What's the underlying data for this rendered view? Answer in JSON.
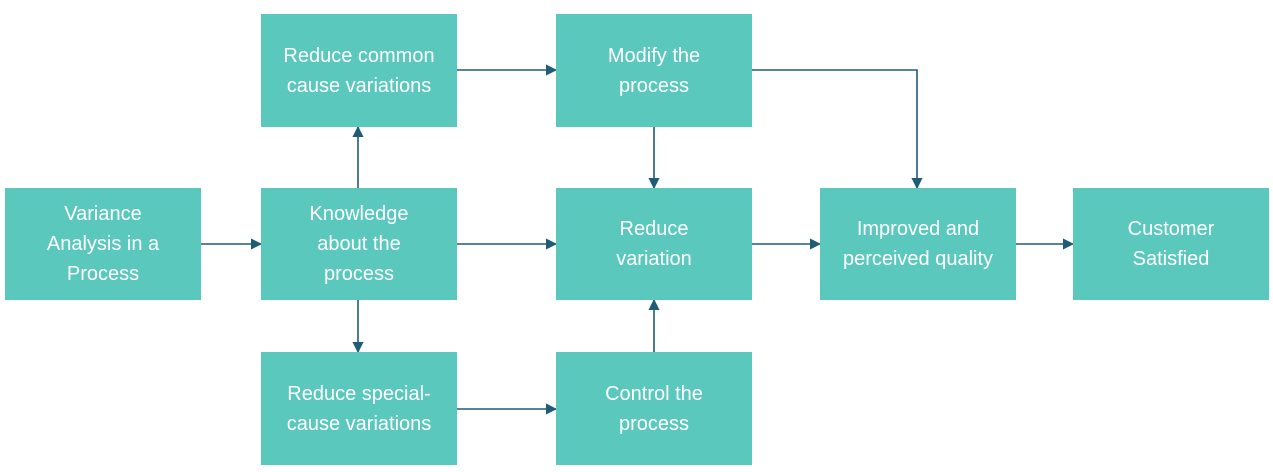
{
  "nodes": {
    "variance_analysis": {
      "label": "Variance Analysis in a Process"
    },
    "knowledge": {
      "label": "Knowledge about the process"
    },
    "reduce_common": {
      "label": "Reduce common cause variations"
    },
    "reduce_special": {
      "label": "Reduce special-cause variations"
    },
    "modify": {
      "label": "Modify the process"
    },
    "control": {
      "label": "Control the process"
    },
    "reduce_variation": {
      "label": "Reduce variation"
    },
    "improved_quality": {
      "label": "Improved and perceived quality"
    },
    "customer_satisfied": {
      "label": "Customer Satisfied"
    }
  },
  "edges": [
    {
      "from": "variance_analysis",
      "to": "knowledge"
    },
    {
      "from": "knowledge",
      "to": "reduce_common"
    },
    {
      "from": "knowledge",
      "to": "reduce_special"
    },
    {
      "from": "knowledge",
      "to": "reduce_variation"
    },
    {
      "from": "reduce_common",
      "to": "modify"
    },
    {
      "from": "reduce_special",
      "to": "control"
    },
    {
      "from": "modify",
      "to": "reduce_variation"
    },
    {
      "from": "modify",
      "to": "improved_quality"
    },
    {
      "from": "control",
      "to": "reduce_variation"
    },
    {
      "from": "reduce_variation",
      "to": "improved_quality"
    },
    {
      "from": "improved_quality",
      "to": "customer_satisfied"
    }
  ],
  "colors": {
    "node_fill": "#5bc8be",
    "node_text": "#ffffff",
    "arrow": "#1f5c78"
  }
}
